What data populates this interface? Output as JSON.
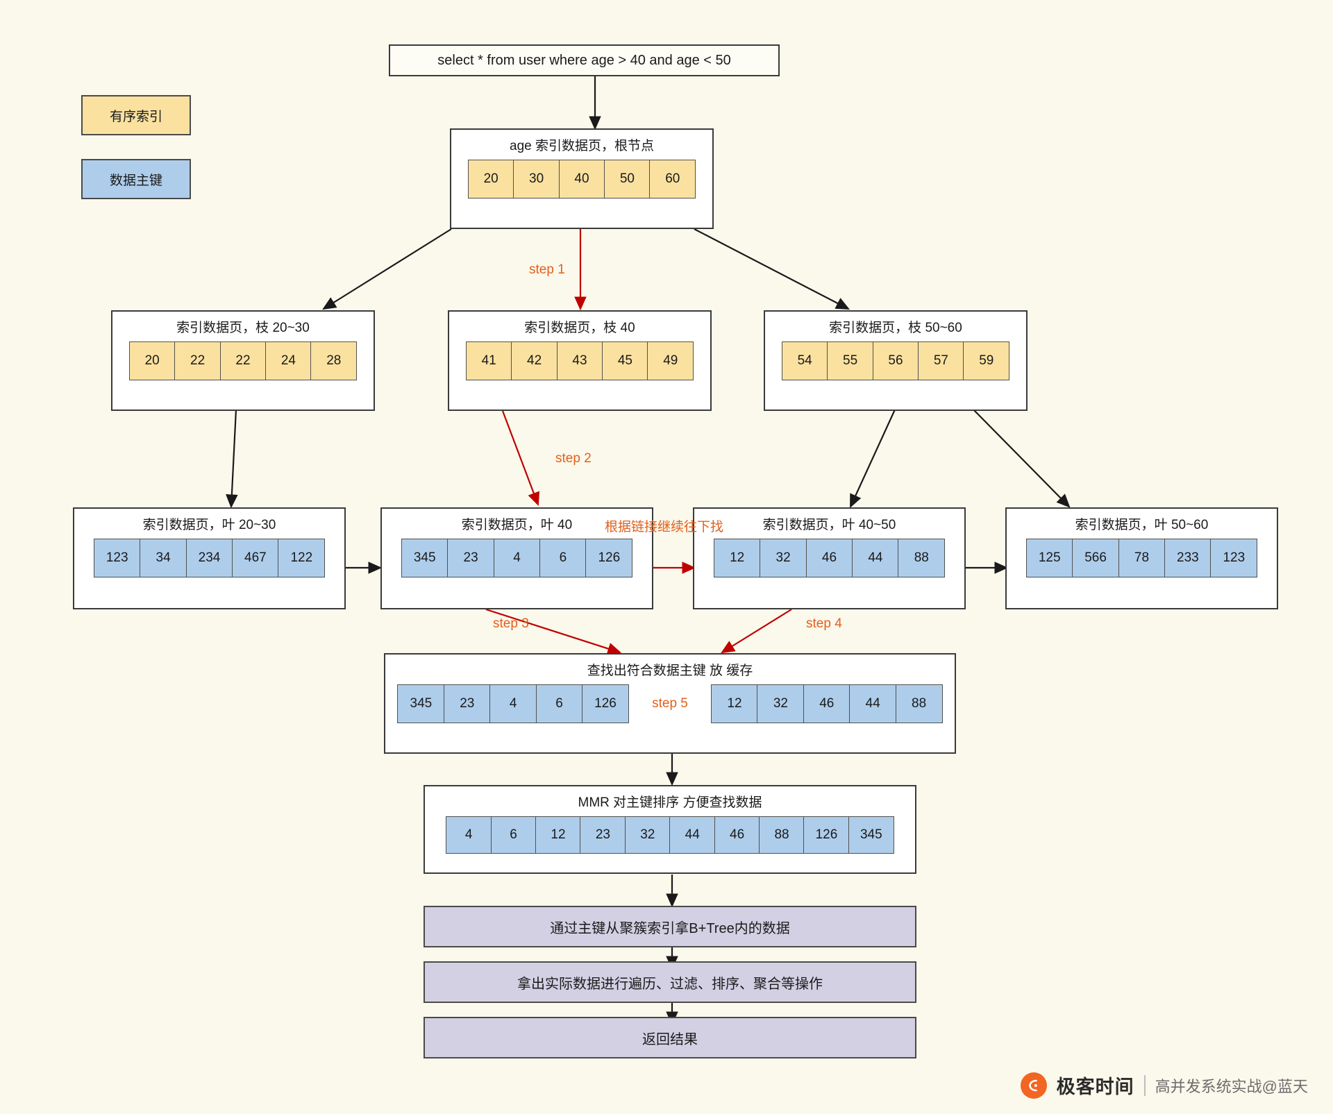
{
  "legend": {
    "index_label": "有序索引",
    "pk_label": "数据主键"
  },
  "query": {
    "sql": "select * from user where age > 40 and age <  50"
  },
  "root": {
    "title": "age 索引数据页，根节点",
    "values": [
      "20",
      "30",
      "40",
      "50",
      "60"
    ]
  },
  "branches": [
    {
      "title": "索引数据页，枝 20~30",
      "values": [
        "20",
        "22",
        "22",
        "24",
        "28"
      ]
    },
    {
      "title": "索引数据页，枝 40",
      "values": [
        "41",
        "42",
        "43",
        "45",
        "49"
      ]
    },
    {
      "title": "索引数据页，枝 50~60",
      "values": [
        "54",
        "55",
        "56",
        "57",
        "59"
      ]
    }
  ],
  "leaves": [
    {
      "title": "索引数据页，叶 20~30",
      "values": [
        "123",
        "34",
        "234",
        "467",
        "122"
      ]
    },
    {
      "title": "索引数据页，叶 40",
      "values": [
        "345",
        "23",
        "4",
        "6",
        "126"
      ]
    },
    {
      "title": "索引数据页，叶  40~50",
      "values": [
        "12",
        "32",
        "46",
        "44",
        "88"
      ]
    },
    {
      "title": "索引数据页，叶  50~60",
      "values": [
        "125",
        "566",
        "78",
        "233",
        "123"
      ]
    }
  ],
  "cache": {
    "title": "查找出符合数据主键 放 缓存",
    "left_values": [
      "345",
      "23",
      "4",
      "6",
      "126"
    ],
    "right_values": [
      "12",
      "32",
      "46",
      "44",
      "88"
    ],
    "middle_step": "step 5"
  },
  "mmr": {
    "title": "MMR 对主键排序 方便查找数据",
    "values": [
      "4",
      "6",
      "12",
      "23",
      "32",
      "44",
      "46",
      "88",
      "126",
      "345"
    ]
  },
  "flow": [
    "通过主键从聚簇索引拿B+Tree内的数据",
    "拿出实际数据进行遍历、过滤、排序、聚合等操作",
    "返回结果"
  ],
  "steps": {
    "step1": "step 1",
    "step2": "step 2",
    "step3": "step 3",
    "step4": "step 4",
    "link_note": "根据链接继续往下找"
  },
  "footer": {
    "logo_glyph": "(",
    "brand": "极客时间",
    "sub": "高并发系统实战@蓝天"
  },
  "colors": {
    "background": "#fbf8ec",
    "index_fill": "#fae1a0",
    "pk_fill": "#aecdeb",
    "flow_fill": "#d3d0e4",
    "accent": "#e2601a",
    "red_arrow": "#c00000",
    "stroke": "#3a3a3a"
  }
}
